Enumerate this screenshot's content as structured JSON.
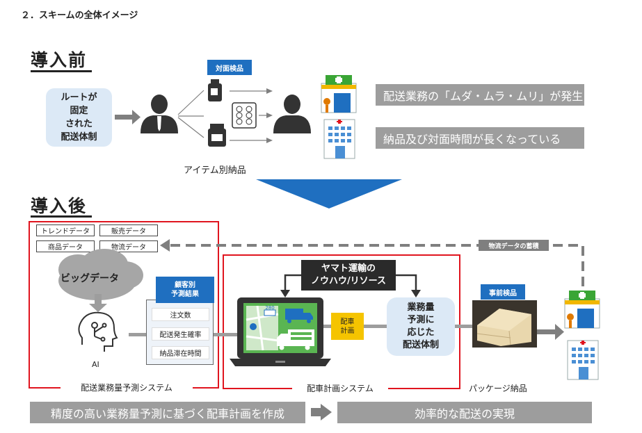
{
  "heading": "２．スキームの全体イメージ",
  "before": {
    "title": "導入前",
    "route_box": "ルートが\n固定\nされた\n配送体制",
    "tag": "対面検品",
    "caption": "アイテム別納品",
    "problem1": "配送業務の「ムダ・ムラ・ムリ」が発生",
    "problem2": "納品及び対面時間が長くなっている"
  },
  "after": {
    "title": "導入後",
    "data_boxes": [
      "トレンドデータ",
      "販売データ",
      "商品データ",
      "物流データ"
    ],
    "big_data": "ビッグデータ",
    "ai_label": "AI",
    "customer_header": "顧客別\n予測結果",
    "customer_items": [
      "注文数",
      "配送発生確率",
      "納品滞在時間"
    ],
    "system1_label": "配送業務量予測システム",
    "yamato": "ヤマト運輸の\nノウハウ/リソース",
    "haisha": "配車\n計画",
    "gyomu": "業務量\n予測に\n応じた\n配送体制",
    "system2_label": "配車計画システム",
    "map_badge": "280",
    "accumulation": "物流データの蓄積",
    "pre_inspection": "事前検品",
    "package_label": "パッケージ納品"
  },
  "bottom": {
    "left": "精度の高い業務量予測に基づく配車計画を作成",
    "right": "効率的な配送の実現"
  },
  "colors": {
    "accent_blue": "#1f6fc0",
    "light_blue": "#dce9f6",
    "red": "#e0141e",
    "gray": "#9d9d9d",
    "yellow": "#f5c400",
    "green": "#3aa535"
  }
}
